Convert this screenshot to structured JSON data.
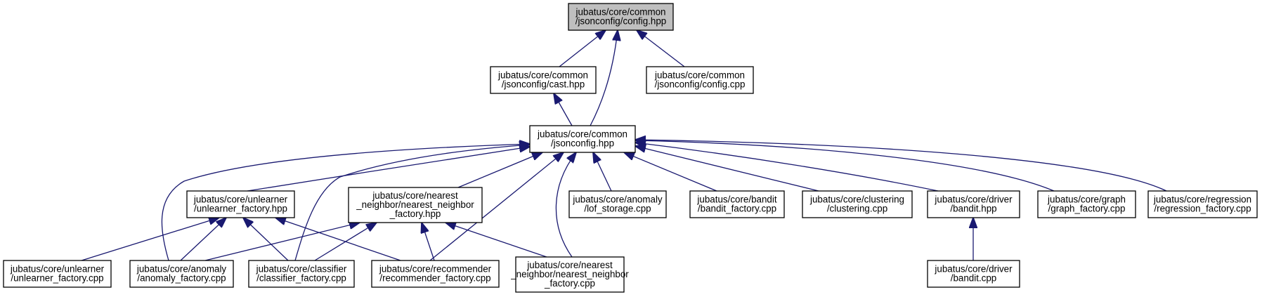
{
  "diagram": {
    "title": "",
    "colors": {
      "edge": "#191970",
      "root_fill": "#bfbfbf",
      "node_fill": "#ffffff",
      "border": "#000000"
    },
    "nodes": [
      {
        "id": "config_hpp",
        "lines": [
          "jubatus/core/common",
          "/jsonconfig/config.hpp"
        ],
        "highlighted": true
      },
      {
        "id": "cast_hpp",
        "lines": [
          "jubatus/core/common",
          "/jsonconfig/cast.hpp"
        ]
      },
      {
        "id": "config_cpp",
        "lines": [
          "jubatus/core/common",
          "/jsonconfig/config.cpp"
        ]
      },
      {
        "id": "jsonconfig_hpp",
        "lines": [
          "jubatus/core/common",
          "/jsonconfig.hpp"
        ]
      },
      {
        "id": "unlearner_factory_hpp",
        "lines": [
          "jubatus/core/unlearner",
          "/unlearner_factory.hpp"
        ]
      },
      {
        "id": "nn_factory_hpp",
        "lines": [
          "jubatus/core/nearest",
          "_neighbor/nearest_neighbor",
          "_factory.hpp"
        ]
      },
      {
        "id": "lof_storage_cpp",
        "lines": [
          "jubatus/core/anomaly",
          "/lof_storage.cpp"
        ]
      },
      {
        "id": "bandit_factory_cpp",
        "lines": [
          "jubatus/core/bandit",
          "/bandit_factory.cpp"
        ]
      },
      {
        "id": "clustering_cpp",
        "lines": [
          "jubatus/core/clustering",
          "/clustering.cpp"
        ]
      },
      {
        "id": "driver_bandit_hpp",
        "lines": [
          "jubatus/core/driver",
          "/bandit.hpp"
        ]
      },
      {
        "id": "graph_factory_cpp",
        "lines": [
          "jubatus/core/graph",
          "/graph_factory.cpp"
        ]
      },
      {
        "id": "regression_factory_cpp",
        "lines": [
          "jubatus/core/regression",
          "/regression_factory.cpp"
        ]
      },
      {
        "id": "unlearner_factory_cpp",
        "lines": [
          "jubatus/core/unlearner",
          "/unlearner_factory.cpp"
        ]
      },
      {
        "id": "anomaly_factory_cpp",
        "lines": [
          "jubatus/core/anomaly",
          "/anomaly_factory.cpp"
        ]
      },
      {
        "id": "classifier_factory_cpp",
        "lines": [
          "jubatus/core/classifier",
          "/classifier_factory.cpp"
        ]
      },
      {
        "id": "recommender_factory_cpp",
        "lines": [
          "jubatus/core/recommender",
          "/recommender_factory.cpp"
        ]
      },
      {
        "id": "nn_factory_cpp",
        "lines": [
          "jubatus/core/nearest",
          "_neighbor/nearest_neighbor",
          "_factory.cpp"
        ]
      },
      {
        "id": "driver_bandit_cpp",
        "lines": [
          "jubatus/core/driver",
          "/bandit.cpp"
        ]
      }
    ],
    "edges": [
      {
        "from": "cast_hpp",
        "to": "config_hpp"
      },
      {
        "from": "jsonconfig_hpp",
        "to": "config_hpp"
      },
      {
        "from": "config_cpp",
        "to": "config_hpp"
      },
      {
        "from": "jsonconfig_hpp",
        "to": "cast_hpp"
      },
      {
        "from": "unlearner_factory_hpp",
        "to": "jsonconfig_hpp"
      },
      {
        "from": "nn_factory_hpp",
        "to": "jsonconfig_hpp"
      },
      {
        "from": "lof_storage_cpp",
        "to": "jsonconfig_hpp"
      },
      {
        "from": "bandit_factory_cpp",
        "to": "jsonconfig_hpp"
      },
      {
        "from": "clustering_cpp",
        "to": "jsonconfig_hpp"
      },
      {
        "from": "driver_bandit_hpp",
        "to": "jsonconfig_hpp"
      },
      {
        "from": "graph_factory_cpp",
        "to": "jsonconfig_hpp"
      },
      {
        "from": "regression_factory_cpp",
        "to": "jsonconfig_hpp"
      },
      {
        "from": "anomaly_factory_cpp",
        "to": "jsonconfig_hpp"
      },
      {
        "from": "classifier_factory_cpp",
        "to": "jsonconfig_hpp"
      },
      {
        "from": "recommender_factory_cpp",
        "to": "jsonconfig_hpp"
      },
      {
        "from": "nn_factory_cpp",
        "to": "jsonconfig_hpp"
      },
      {
        "from": "unlearner_factory_cpp",
        "to": "unlearner_factory_hpp"
      },
      {
        "from": "anomaly_factory_cpp",
        "to": "unlearner_factory_hpp"
      },
      {
        "from": "classifier_factory_cpp",
        "to": "unlearner_factory_hpp"
      },
      {
        "from": "recommender_factory_cpp",
        "to": "unlearner_factory_hpp"
      },
      {
        "from": "anomaly_factory_cpp",
        "to": "nn_factory_hpp"
      },
      {
        "from": "classifier_factory_cpp",
        "to": "nn_factory_hpp"
      },
      {
        "from": "recommender_factory_cpp",
        "to": "nn_factory_hpp"
      },
      {
        "from": "nn_factory_cpp",
        "to": "nn_factory_hpp"
      },
      {
        "from": "driver_bandit_cpp",
        "to": "driver_bandit_hpp"
      }
    ]
  }
}
